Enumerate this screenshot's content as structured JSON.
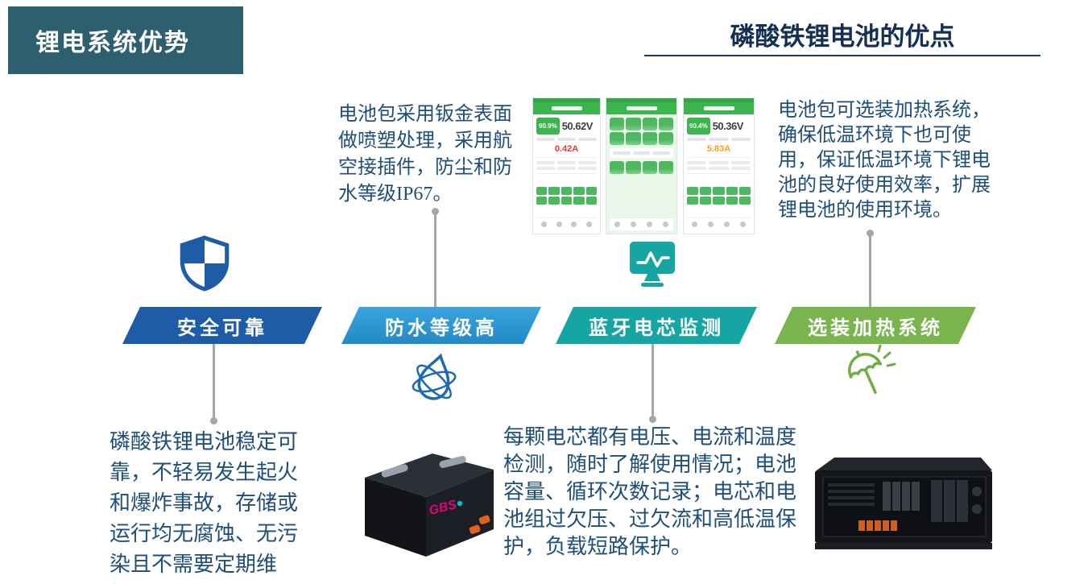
{
  "page": {
    "badge": "锂电系统优势",
    "title": "磷酸铁锂电池的优点"
  },
  "banners": [
    {
      "label": "安全可靠",
      "color": "#1e5ca8",
      "icon": "shield-check"
    },
    {
      "label": "防水等级高",
      "color": "#2e99d5",
      "icon": "water-drop"
    },
    {
      "label": "蓝牙电芯监测",
      "color": "#16a5a2",
      "icon": "monitor-pulse"
    },
    {
      "label": "选装加热系统",
      "color": "#7ab44e",
      "icon": "sun-umbrella"
    }
  ],
  "paragraphs": {
    "waterproof": "电池包采用钣金表面做喷塑处理，采用航空接插件，防尘和防水等级IP67。",
    "heating": "电池包可选装加热系统，确保低温环境下也可使用，保证低温环境下锂电池的良好使用效率，扩展锂电池的使用环境。",
    "safety": "磷酸铁锂电池稳定可靠，不轻易发生起火和爆炸事故，存储或运行均无腐蚀、无污染且不需要定期维护。",
    "monitoring": "每颗电芯都有电压、电流和温度检测，随时了解使用情况；电池容量、循环次数记录；电芯和电池组过欠压、过欠流和高低温保护，负载短路保护。"
  },
  "app_screens": [
    {
      "soc": "90.9%",
      "voltage": "50.62V",
      "current": "0.42A"
    },
    {
      "soc": "90.4%",
      "voltage": "50.36V",
      "current": "5.83A"
    }
  ],
  "products": {
    "battery_brand": "GBS"
  },
  "colors": {
    "badge_bg": "#2d5f6e",
    "title_text": "#132f55",
    "body_text": "#1f4e79",
    "connector": "#a3a7ab",
    "app_green": "#3cb54f",
    "current_red": "#e03c31",
    "current_orange": "#f5a21b"
  }
}
